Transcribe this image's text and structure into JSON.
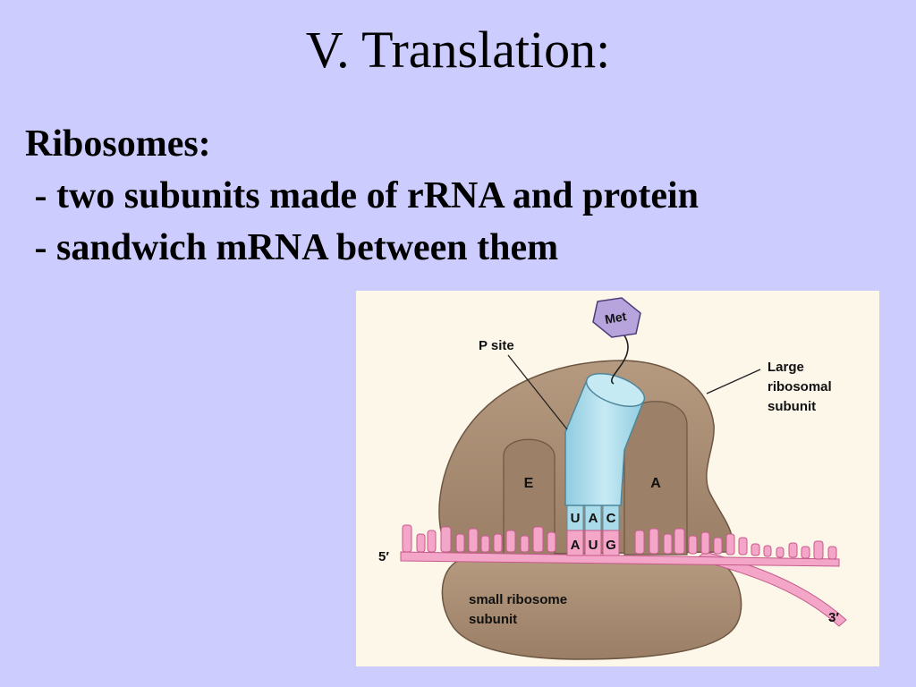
{
  "slide": {
    "title": "V.  Translation:",
    "heading": "Ribosomes:",
    "bullets": [
      " - two subunits made of rRNA and protein",
      " - sandwich mRNA between them"
    ]
  },
  "diagram": {
    "labels": {
      "amino_acid": "Met",
      "p_site": "P site",
      "large_subunit": [
        "Large",
        "ribosomal",
        "subunit"
      ],
      "e_site": "E",
      "a_site": "A",
      "small_subunit": [
        "small ribosome",
        "subunit"
      ],
      "five_prime": "5′",
      "three_prime": "3′"
    },
    "anticodon": [
      "U",
      "A",
      "C"
    ],
    "codon": [
      "A",
      "U",
      "G"
    ],
    "colors": {
      "background": "#ccccff",
      "ribosome": "#a88c72",
      "ribosome_stroke": "#6d5642",
      "trna": "#a9dbea",
      "mrna": "#f4a6c9",
      "amino_acid": "#b7a4dc"
    }
  }
}
